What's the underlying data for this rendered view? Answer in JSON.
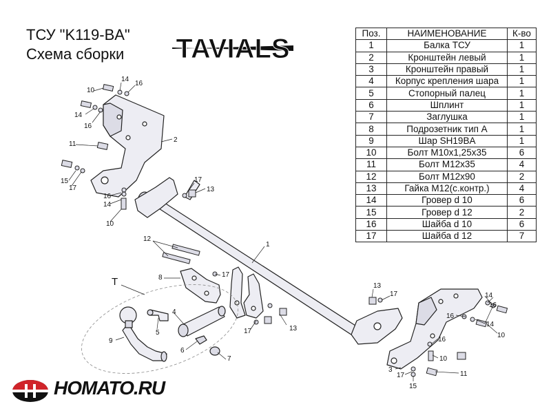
{
  "header": {
    "title_line1": "ТСУ  \"K119-BA\"",
    "title_line2": "Схема сборки",
    "brand_logo_text": "TAVIALS"
  },
  "bom": {
    "columns": [
      "Поз.",
      "НАИМЕНОВАНИЕ",
      "К-во"
    ],
    "rows": [
      {
        "pos": "1",
        "name": "Балка ТСУ",
        "qty": "1"
      },
      {
        "pos": "2",
        "name": "Кронштейн левый",
        "qty": "1"
      },
      {
        "pos": "3",
        "name": "Кронштейн правый",
        "qty": "1"
      },
      {
        "pos": "4",
        "name": "Корпус крепления шара",
        "qty": "1"
      },
      {
        "pos": "5",
        "name": "Стопорный палец",
        "qty": "1"
      },
      {
        "pos": "6",
        "name": "Шплинт",
        "qty": "1"
      },
      {
        "pos": "7",
        "name": "Заглушка",
        "qty": "1"
      },
      {
        "pos": "8",
        "name": "Подрозетник тип А",
        "qty": "1"
      },
      {
        "pos": "9",
        "name": "Шар SH19BA",
        "qty": "1"
      },
      {
        "pos": "10",
        "name": "Болт М10х1,25х35",
        "qty": "6"
      },
      {
        "pos": "11",
        "name": "Болт М12х35",
        "qty": "4"
      },
      {
        "pos": "12",
        "name": "Болт М12х90",
        "qty": "2"
      },
      {
        "pos": "13",
        "name": "Гайка М12(с.контр.)",
        "qty": "4"
      },
      {
        "pos": "14",
        "name": "Гровер d 10",
        "qty": "6"
      },
      {
        "pos": "15",
        "name": "Гровер d 12",
        "qty": "2"
      },
      {
        "pos": "16",
        "name": "Шайба d 10",
        "qty": "6"
      },
      {
        "pos": "17",
        "name": "Шайба d 12",
        "qty": "7"
      }
    ]
  },
  "callouts": {
    "c10a": "10",
    "c14a": "14",
    "c16a": "16",
    "c14b": "14",
    "c16b": "16",
    "c2": "2",
    "c11a": "11",
    "c15a": "15",
    "c17a": "17",
    "c17b": "17",
    "c13a": "13",
    "c16c": "16",
    "c14c": "14",
    "c10b": "10",
    "c1": "1",
    "c12": "12",
    "c8": "8",
    "c17c": "17",
    "cT": "T",
    "c4": "4",
    "c5": "5",
    "c9": "9",
    "c6": "6",
    "c7": "7",
    "c17d": "17",
    "c13b": "13",
    "c13c": "13",
    "c17e": "17",
    "c16d": "16",
    "c14d": "14",
    "c10c": "10",
    "c14e": "14",
    "c16e": "16",
    "c10d": "10",
    "c11b": "11",
    "c3": "3",
    "c17f": "17",
    "c15b": "15"
  },
  "footer": {
    "site_name": "HOMATO.RU"
  },
  "colors": {
    "part_fill": "#ededf3",
    "line": "#222222",
    "footer_red": "#d0242a"
  }
}
